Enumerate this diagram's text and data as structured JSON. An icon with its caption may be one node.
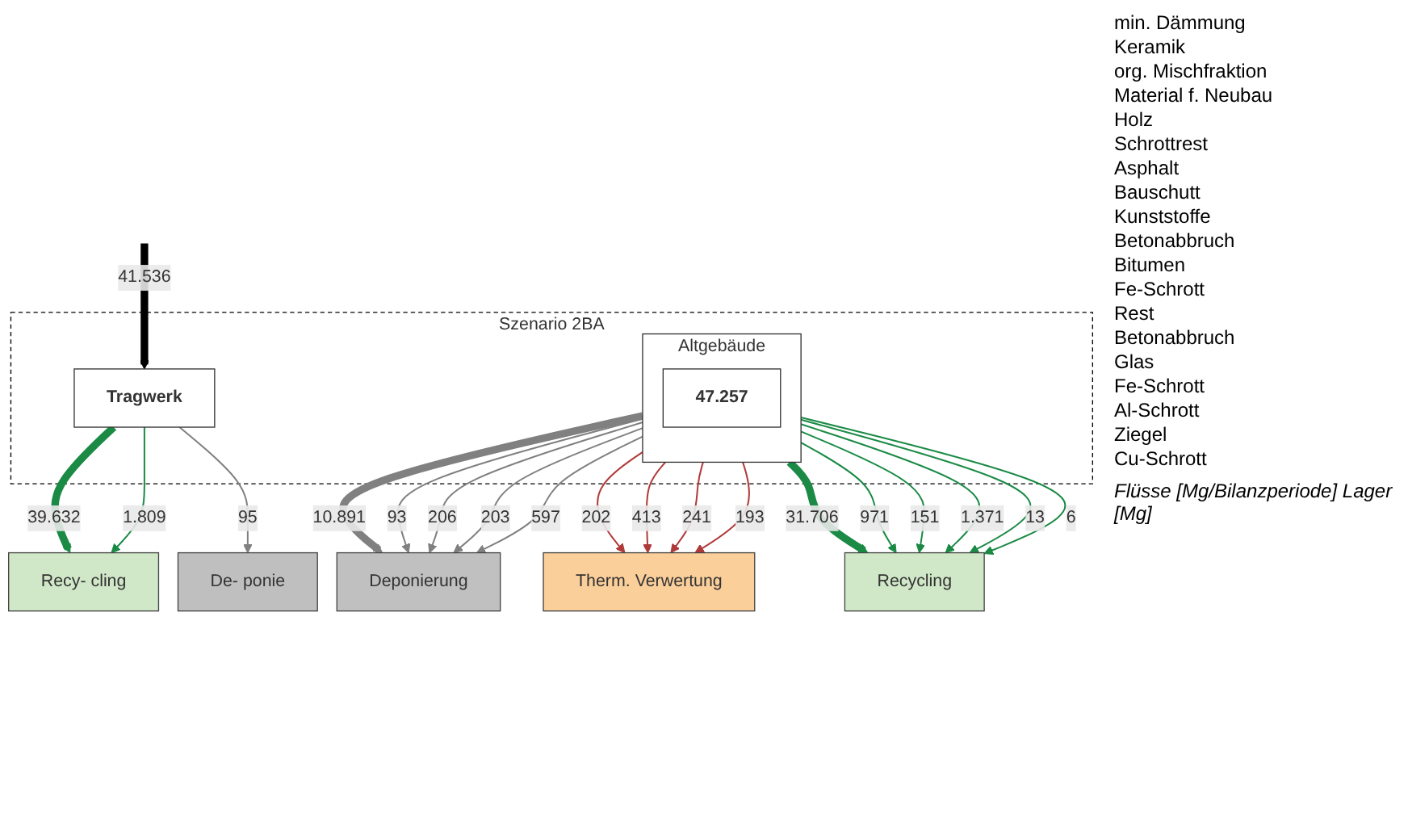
{
  "diagram": {
    "nodes": [
      {
        "text": [
          "Szenario 2BA"
        ]
      },
      {
        "text": [
          "Deponierung"
        ]
      },
      {
        "text": [
          "Therm. Verwertung"
        ]
      },
      {
        "text": [
          "Altgebäude"
        ],
        "in": 0
      },
      {
        "text": [
          "47.257"
        ],
        "in": 3
      },
      {
        "text": [
          "Tragwerk"
        ],
        "in": 0
      },
      {
        "text": [
          "Recy- cling"
        ]
      },
      {
        "text": [
          "De- ponie"
        ]
      },
      {
        "text": [
          "Recycling"
        ]
      }
    ],
    "edges": [
      {
        "from": 3,
        "to": 1,
        "arrow": "to",
        "label": "10.891",
        "style": "thick",
        "color": "#808080"
      },
      {
        "from": 3,
        "to": 1,
        "arrow": "to",
        "label": "93",
        "color": "#808080"
      },
      {
        "from": 3,
        "to": 1,
        "arrow": "to",
        "label": "206",
        "color": "#808080"
      },
      {
        "from": 3,
        "to": 1,
        "arrow": "to",
        "label": "203",
        "color": "#808080"
      },
      {
        "from": 3,
        "to": 1,
        "arrow": "to",
        "label": "597",
        "color": "#808080"
      },
      {
        "from": 3,
        "to": 2,
        "arrow": "to",
        "label": "202",
        "color": "#b03a3a"
      },
      {
        "from": 3,
        "to": 2,
        "arrow": "to",
        "label": "413",
        "color": "#b03a3a"
      },
      {
        "from": 3,
        "to": 2,
        "arrow": "to",
        "label": "241",
        "color": "#b03a3a"
      },
      {
        "from": 3,
        "to": 2,
        "arrow": "to",
        "label": "193",
        "color": "#b03a3a"
      },
      {
        "from": null,
        "to": 5,
        "arrow": "to",
        "label": "41.536",
        "style": "thick",
        "color": "#000000"
      },
      {
        "from": 5,
        "to": 6,
        "arrow": "to",
        "label": "39.632",
        "style": "thick"
      },
      {
        "from": 5,
        "to": 6,
        "arrow": "to",
        "label": "1.809"
      },
      {
        "from": 5,
        "to": 7,
        "arrow": "to",
        "label": "95",
        "color": "#808080"
      },
      {
        "from": 3,
        "to": 8,
        "arrow": "to",
        "label": "31.706",
        "style": "thick"
      },
      {
        "from": 3,
        "to": 8,
        "arrow": "to",
        "label": "971"
      },
      {
        "from": 3,
        "to": 8,
        "arrow": "to",
        "label": "151"
      },
      {
        "from": 3,
        "to": 8,
        "arrow": "to",
        "label": "1.371"
      },
      {
        "from": 3,
        "to": 8,
        "arrow": "to",
        "label": "13"
      },
      {
        "from": 3,
        "to": 8,
        "arrow": "to",
        "label": "6"
      }
    ],
    "labels": [
      "min. Dämmung",
      "Keramik",
      "org. Mischfraktion",
      "Material f. Neubau",
      "Holz",
      "Schrottrest",
      "Asphalt",
      "Bauschutt",
      "Kunststoffe",
      "Betonabbruch",
      "Bitumen",
      "Fe-Schrott",
      "Rest",
      "Betonabbruch",
      "Glas",
      "Fe-Schrott",
      "Al-Schrott",
      "Ziegel",
      "Cu-Schrott",
      "Flüsse [Mg/Bilanzperiode] Lager [Mg]"
    ]
  }
}
